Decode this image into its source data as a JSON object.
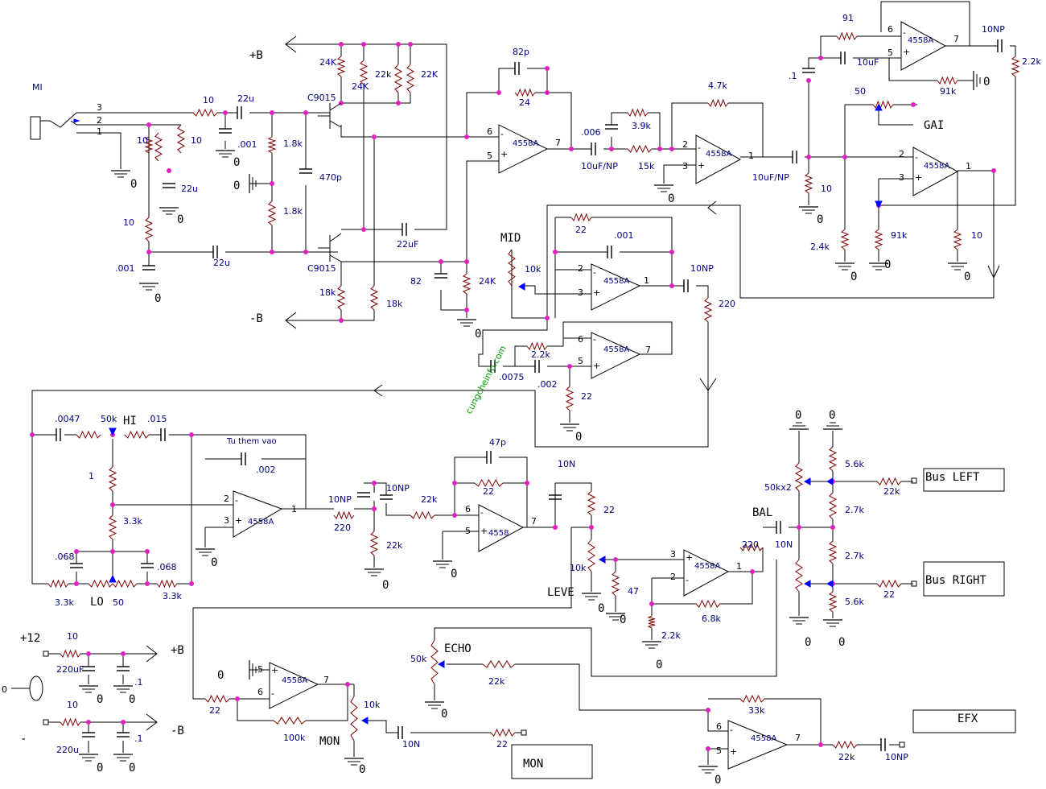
{
  "colors": {
    "wire": "#000000",
    "component": "#800000",
    "label": "#000080",
    "node": "#e020c0",
    "watermark": "#00a000"
  },
  "watermark": "cungcheinfo.com",
  "ic_label": "4558A",
  "transistor_label": "C9015",
  "rails": {
    "pos": "+B",
    "neg": "-B",
    "supply": "+12",
    "minus": "-"
  },
  "labels": {
    "mic": "MI",
    "hi": "HI",
    "mid": "MID",
    "lo": "LO",
    "gain": "GAI",
    "echo": "ECHO",
    "level": "LEVE",
    "bal": "BAL",
    "mon": "MON",
    "tu_them": "Tu  them vao",
    "bus_left": "Bus LEFT",
    "bus_right": "Bus RIGHT",
    "efx": "EFX",
    "mon_box": "MON"
  },
  "values": {
    "r10a": "10",
    "c22u_a": "22u",
    "c001_a": ".001",
    "r10b": "10",
    "r10c": "10",
    "c22u_b": "22u",
    "r10d": "10",
    "c001_b": ".001",
    "c22u_c": "22u",
    "r18k_a": "1.8k",
    "r18k_b": "1.8k",
    "c470p": "470p",
    "r24k_a": "24K",
    "r24k_b": "24K",
    "r22k_a": "22k",
    "r22k_b": "22K",
    "c22uf_d": "22uF",
    "r18k_c": "18k",
    "r18k_d": "18k",
    "c82p": "82p",
    "r24": "24",
    "c006": ".006",
    "c10uf_np_a": "10uF/NP",
    "r39k": "3.9k",
    "r15k": "15k",
    "r47k": "4.7k",
    "c10uf_np_b": "10uF/NP",
    "r10e": "10",
    "c1": ".1",
    "r91": "91",
    "c10uf": "10uF",
    "r91k_a": "91k",
    "c10np_a": "10NP",
    "r22k_c": "2.2k",
    "pot50_gain": "50",
    "r24k_c": "2.4k",
    "r91k_b": "91k",
    "r10f": "10",
    "c82": "82",
    "r24k_d": "24K",
    "r22_a": "22",
    "c001_c": ".001",
    "pot10k_mid": "10k",
    "c10np_b": "10NP",
    "r220_a": "220",
    "r22k_d": "2.2k",
    "c0075": ".0075",
    "c002_a": ".002",
    "r22_b": "22",
    "c0047": ".0047",
    "pot50k_hi": "50k",
    "c015": ".015",
    "r1": "1",
    "r33k_a": "3.3k",
    "c068_a": ".068",
    "c068_b": ".068",
    "r33k_b": "3.3k",
    "r33k_c": "3.3k",
    "pot50_lo": "50",
    "c002_b": ".002",
    "c10np_c": "10NP",
    "c10np_d": "10NP",
    "r220_b": "220",
    "r22k_e": "22k",
    "r22k_f": "22k",
    "c47p": "47p",
    "r22_c": "22",
    "c10n_a": "10N",
    "r22_d": "22",
    "pot10k_level": "10k",
    "r47": "47",
    "r22k_g": "2.2k",
    "r68k": "6.8k",
    "r220_c": "220",
    "c10n_b": "10N",
    "pot50kx2": "50kx2",
    "r56k_a": "5.6k",
    "r27k_a": "2.7k",
    "r27k_b": "2.7k",
    "r56k_b": "5.6k",
    "r22k_h": "22k",
    "r22k_i": "22",
    "r10g": "10",
    "c220uf_a": "220uF",
    "c1_b": ".1",
    "r10h": "10",
    "c220u_b": "220u",
    "c1_c": ".1",
    "r22_e": "22",
    "r100k": "100k",
    "pot10k_mon": "10k",
    "c10n_c": "10N",
    "r22_f": "22",
    "pot50k_echo": "50k",
    "r22k_j": "22k",
    "r33k": "33k",
    "r22k_k": "22k",
    "c10np_e": "10NP"
  },
  "pins": {
    "p1": "1",
    "p2": "2",
    "p3": "3",
    "p5": "5",
    "p6": "6",
    "p7": "7"
  },
  "zero": "0"
}
